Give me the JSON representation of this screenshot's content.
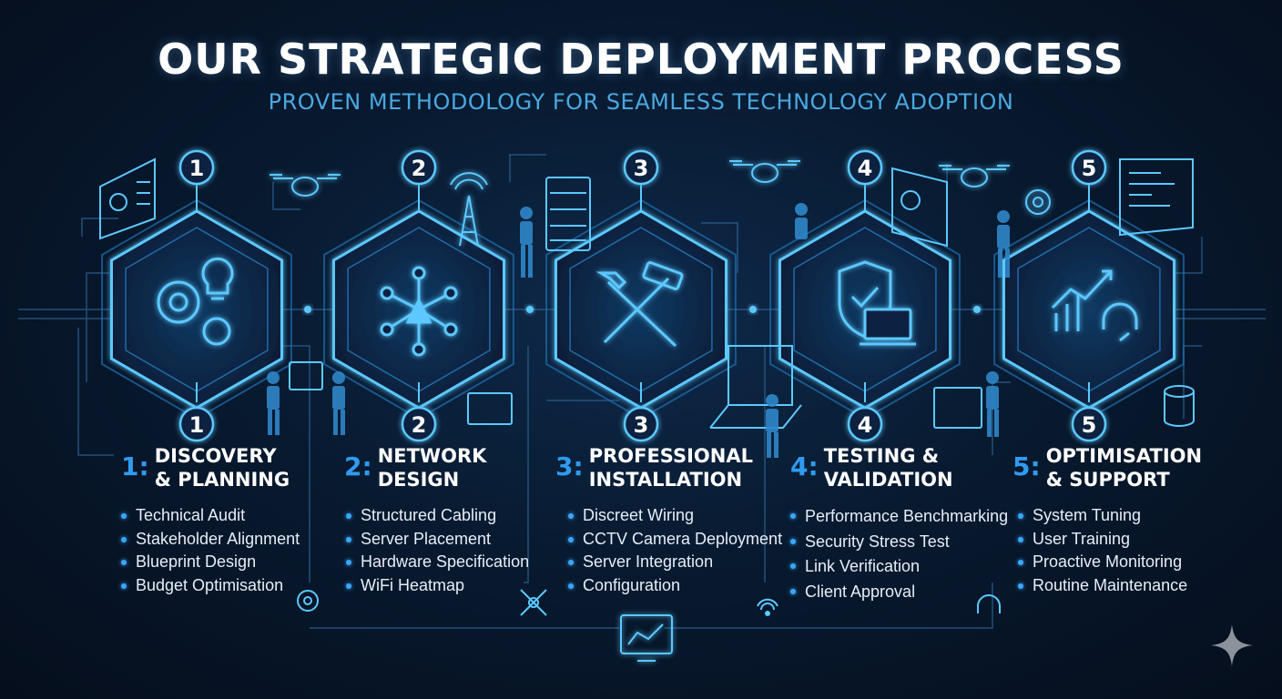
{
  "header": {
    "title": "OUR STRATEGIC DEPLOYMENT PROCESS",
    "subtitle": "PROVEN METHODOLOGY FOR SEAMLESS TECHNOLOGY ADOPTION"
  },
  "steps": [
    {
      "number": "1",
      "label": "1:",
      "title_line1": "DISCOVERY",
      "title_line2": "& PLANNING",
      "icon": "gear-lightbulb-icon",
      "items": [
        "Technical Audit",
        "Stakeholder Alignment",
        "Blueprint Design",
        "Budget Optimisation"
      ]
    },
    {
      "number": "2",
      "label": "2:",
      "title_line1": "NETWORK",
      "title_line2": "DESIGN",
      "icon": "network-nodes-icon",
      "items": [
        "Structured Cabling",
        "Server Placement",
        "Hardware Specification",
        "WiFi Heatmap"
      ]
    },
    {
      "number": "3",
      "label": "3:",
      "title_line1": "PROFESSIONAL",
      "title_line2": "INSTALLATION",
      "icon": "tools-camera-icon",
      "items": [
        "Discreet Wiring",
        "CCTV Camera Deployment",
        "Server Integration",
        "Configuration"
      ]
    },
    {
      "number": "4",
      "label": "4:",
      "title_line1": "TESTING &",
      "title_line2": "VALIDATION",
      "icon": "shield-laptop-icon",
      "items": [
        "Performance Benchmarking",
        "Security Stress Test",
        "Link Verification",
        "Client Approval"
      ]
    },
    {
      "number": "5",
      "label": "5:",
      "title_line1": "OPTIMISATION",
      "title_line2": "& SUPPORT",
      "icon": "chart-headset-icon",
      "items": [
        "System Tuning",
        "User Training",
        "Proactive Monitoring",
        "Routine Maintenance"
      ]
    }
  ],
  "colors": {
    "background": "#07162b",
    "accent": "#2f9bf0",
    "glow": "#5cc8ff",
    "hex_fill": "#0a2442",
    "text": "#ffffff"
  }
}
